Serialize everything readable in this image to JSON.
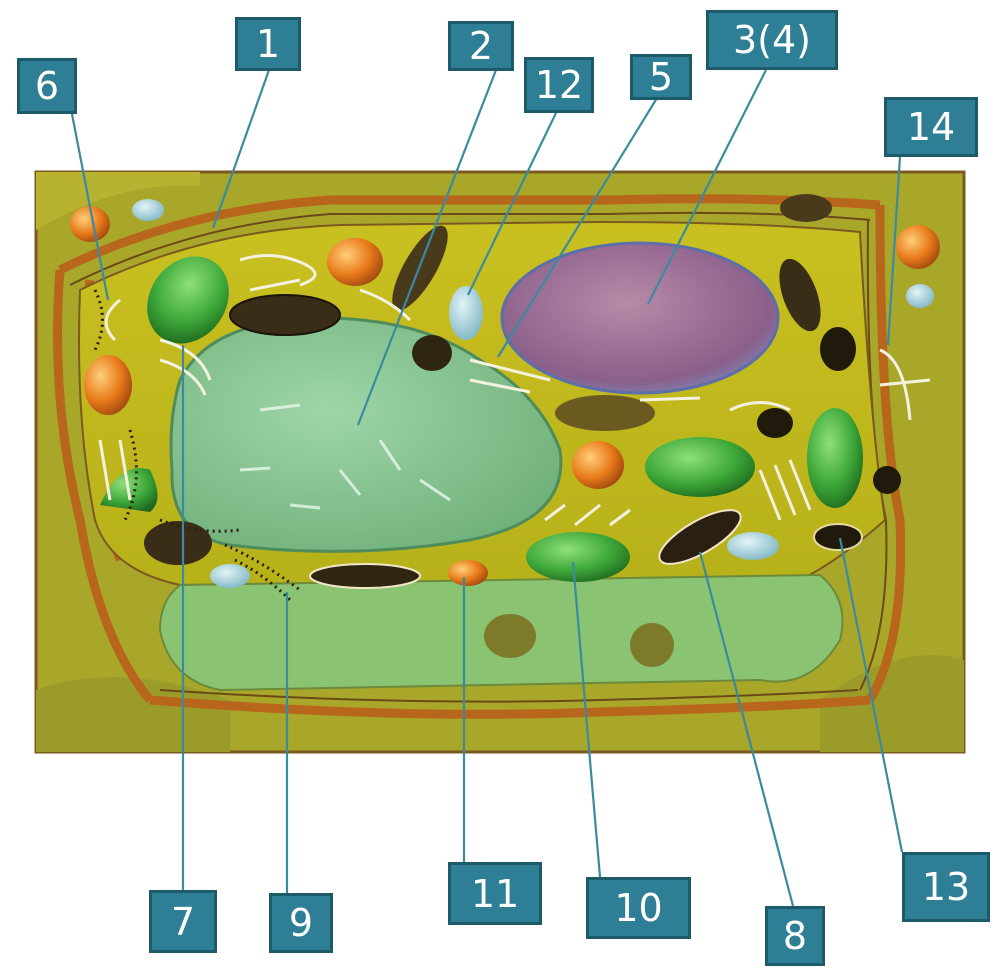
{
  "labels": {
    "l1": "1",
    "l2": "2",
    "l3": "3(4)",
    "l5": "5",
    "l6": "6",
    "l7": "7",
    "l8": "8",
    "l9": "9",
    "l10": "10",
    "l11": "11",
    "l12": "12",
    "l13": "13",
    "l14": "14"
  }
}
